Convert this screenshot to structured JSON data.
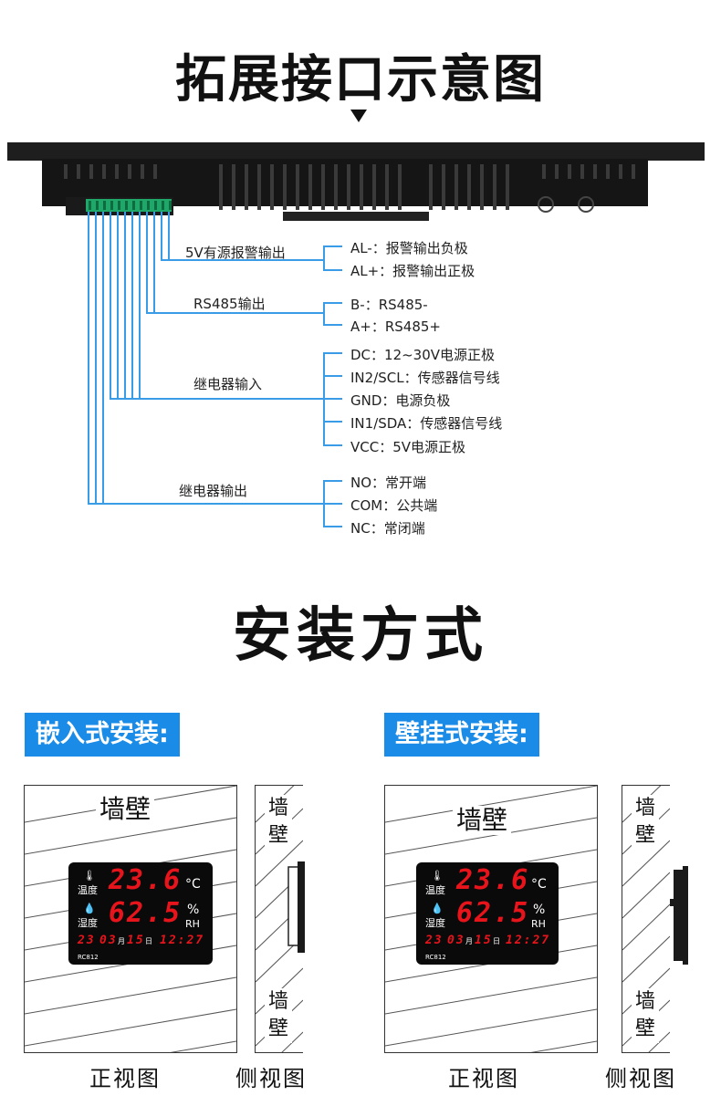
{
  "header": {
    "title": "拓展接口示意图"
  },
  "groups": [
    {
      "label": "5V有源报警输出",
      "pins": [
        {
          "name": "AL-",
          "desc": "报警输出负极"
        },
        {
          "name": "AL+",
          "desc": "报警输出正极"
        }
      ]
    },
    {
      "label": "RS485输出",
      "pins": [
        {
          "name": "B-",
          "desc": "RS485-"
        },
        {
          "name": "A+",
          "desc": "RS485+"
        }
      ]
    },
    {
      "label": "继电器输入",
      "pins": [
        {
          "name": "DC",
          "desc": "12~30V电源正极"
        },
        {
          "name": "IN2/SCL",
          "desc": "传感器信号线"
        },
        {
          "name": "GND",
          "desc": "电源负极"
        },
        {
          "name": "IN1/SDA",
          "desc": "传感器信号线"
        },
        {
          "name": "VCC",
          "desc": "5V电源正极"
        }
      ]
    },
    {
      "label": "继电器输出",
      "pins": [
        {
          "name": "NO",
          "desc": "常开端"
        },
        {
          "name": "COM",
          "desc": "公共端"
        },
        {
          "name": "NC",
          "desc": "常闭端"
        }
      ]
    }
  ],
  "pin_labels": [
    "AL-：报警输出负极",
    "AL+：报警输出正极",
    "B-：RS485-",
    "A+：RS485+",
    "DC：12~30V电源正极",
    "IN2/SCL：传感器信号线",
    "GND：电源负极",
    "IN1/SDA：传感器信号线",
    "VCC：5V电源正极",
    "NO：常开端",
    "COM：公共端",
    "NC：常闭端"
  ],
  "install": {
    "title": "安装方式",
    "embed_tag": "嵌入式安装:",
    "wall_tag": "壁挂式安装:",
    "wall_label": "墙壁",
    "side_wall_top": "墙壁",
    "side_wall_bottom": "墙壁",
    "front_caption": "正视图",
    "side_caption": "侧视图"
  },
  "display": {
    "temp": "23.6",
    "temp_unit": "°C",
    "temp_label": "温度",
    "hum": "62.5",
    "hum_unit": "%",
    "hum_unit2": "RH",
    "hum_label": "湿度",
    "date_y": "23",
    "date_m": "03",
    "month_char": "月",
    "date_d": "15",
    "day_char": "日",
    "time": "12:27",
    "model": "RC812"
  },
  "colors": {
    "accent": "#1a8ce8",
    "wire": "#3a9be6",
    "segment": "#e8141c",
    "device": "#1a1a1a"
  }
}
